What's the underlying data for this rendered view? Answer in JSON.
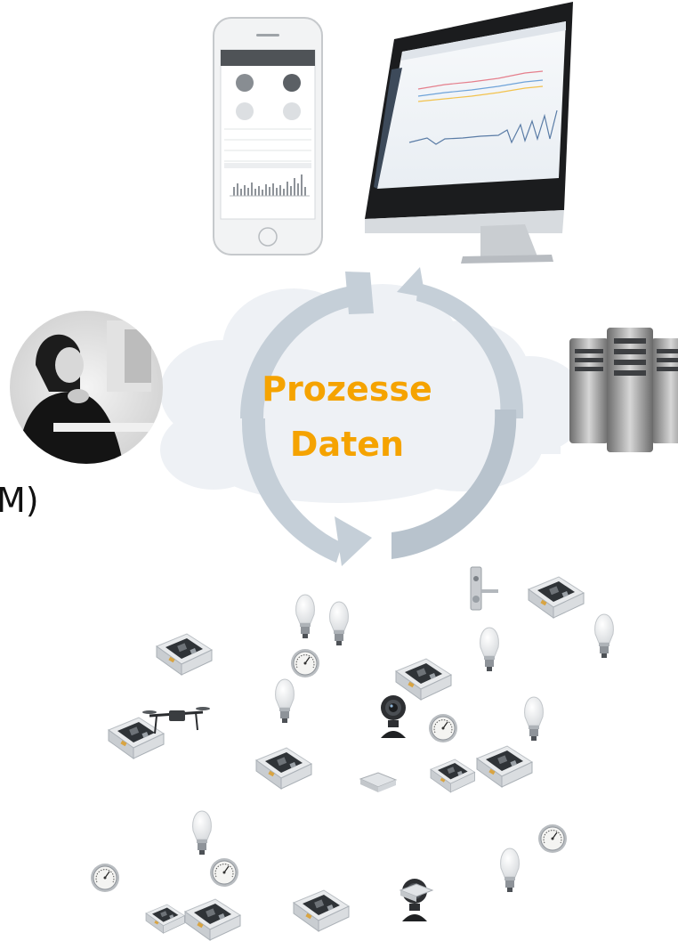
{
  "center": {
    "line1": "Prozesse",
    "line2": "Daten"
  },
  "left_fragment": "M)",
  "colors": {
    "accent": "#f5a300",
    "arrow": "#c2ccd6",
    "cloud": "#eef1f5"
  },
  "icons": {
    "top": [
      "smartphone-icon",
      "monitor-icon"
    ],
    "sides": [
      "person-at-computer-icon",
      "server-rack-icon"
    ],
    "devices": [
      "single-board-computer-icon",
      "light-bulb-icon",
      "thermometer-dial-icon",
      "webcam-icon",
      "door-lock-icon",
      "drone-icon",
      "hub-icon"
    ]
  }
}
